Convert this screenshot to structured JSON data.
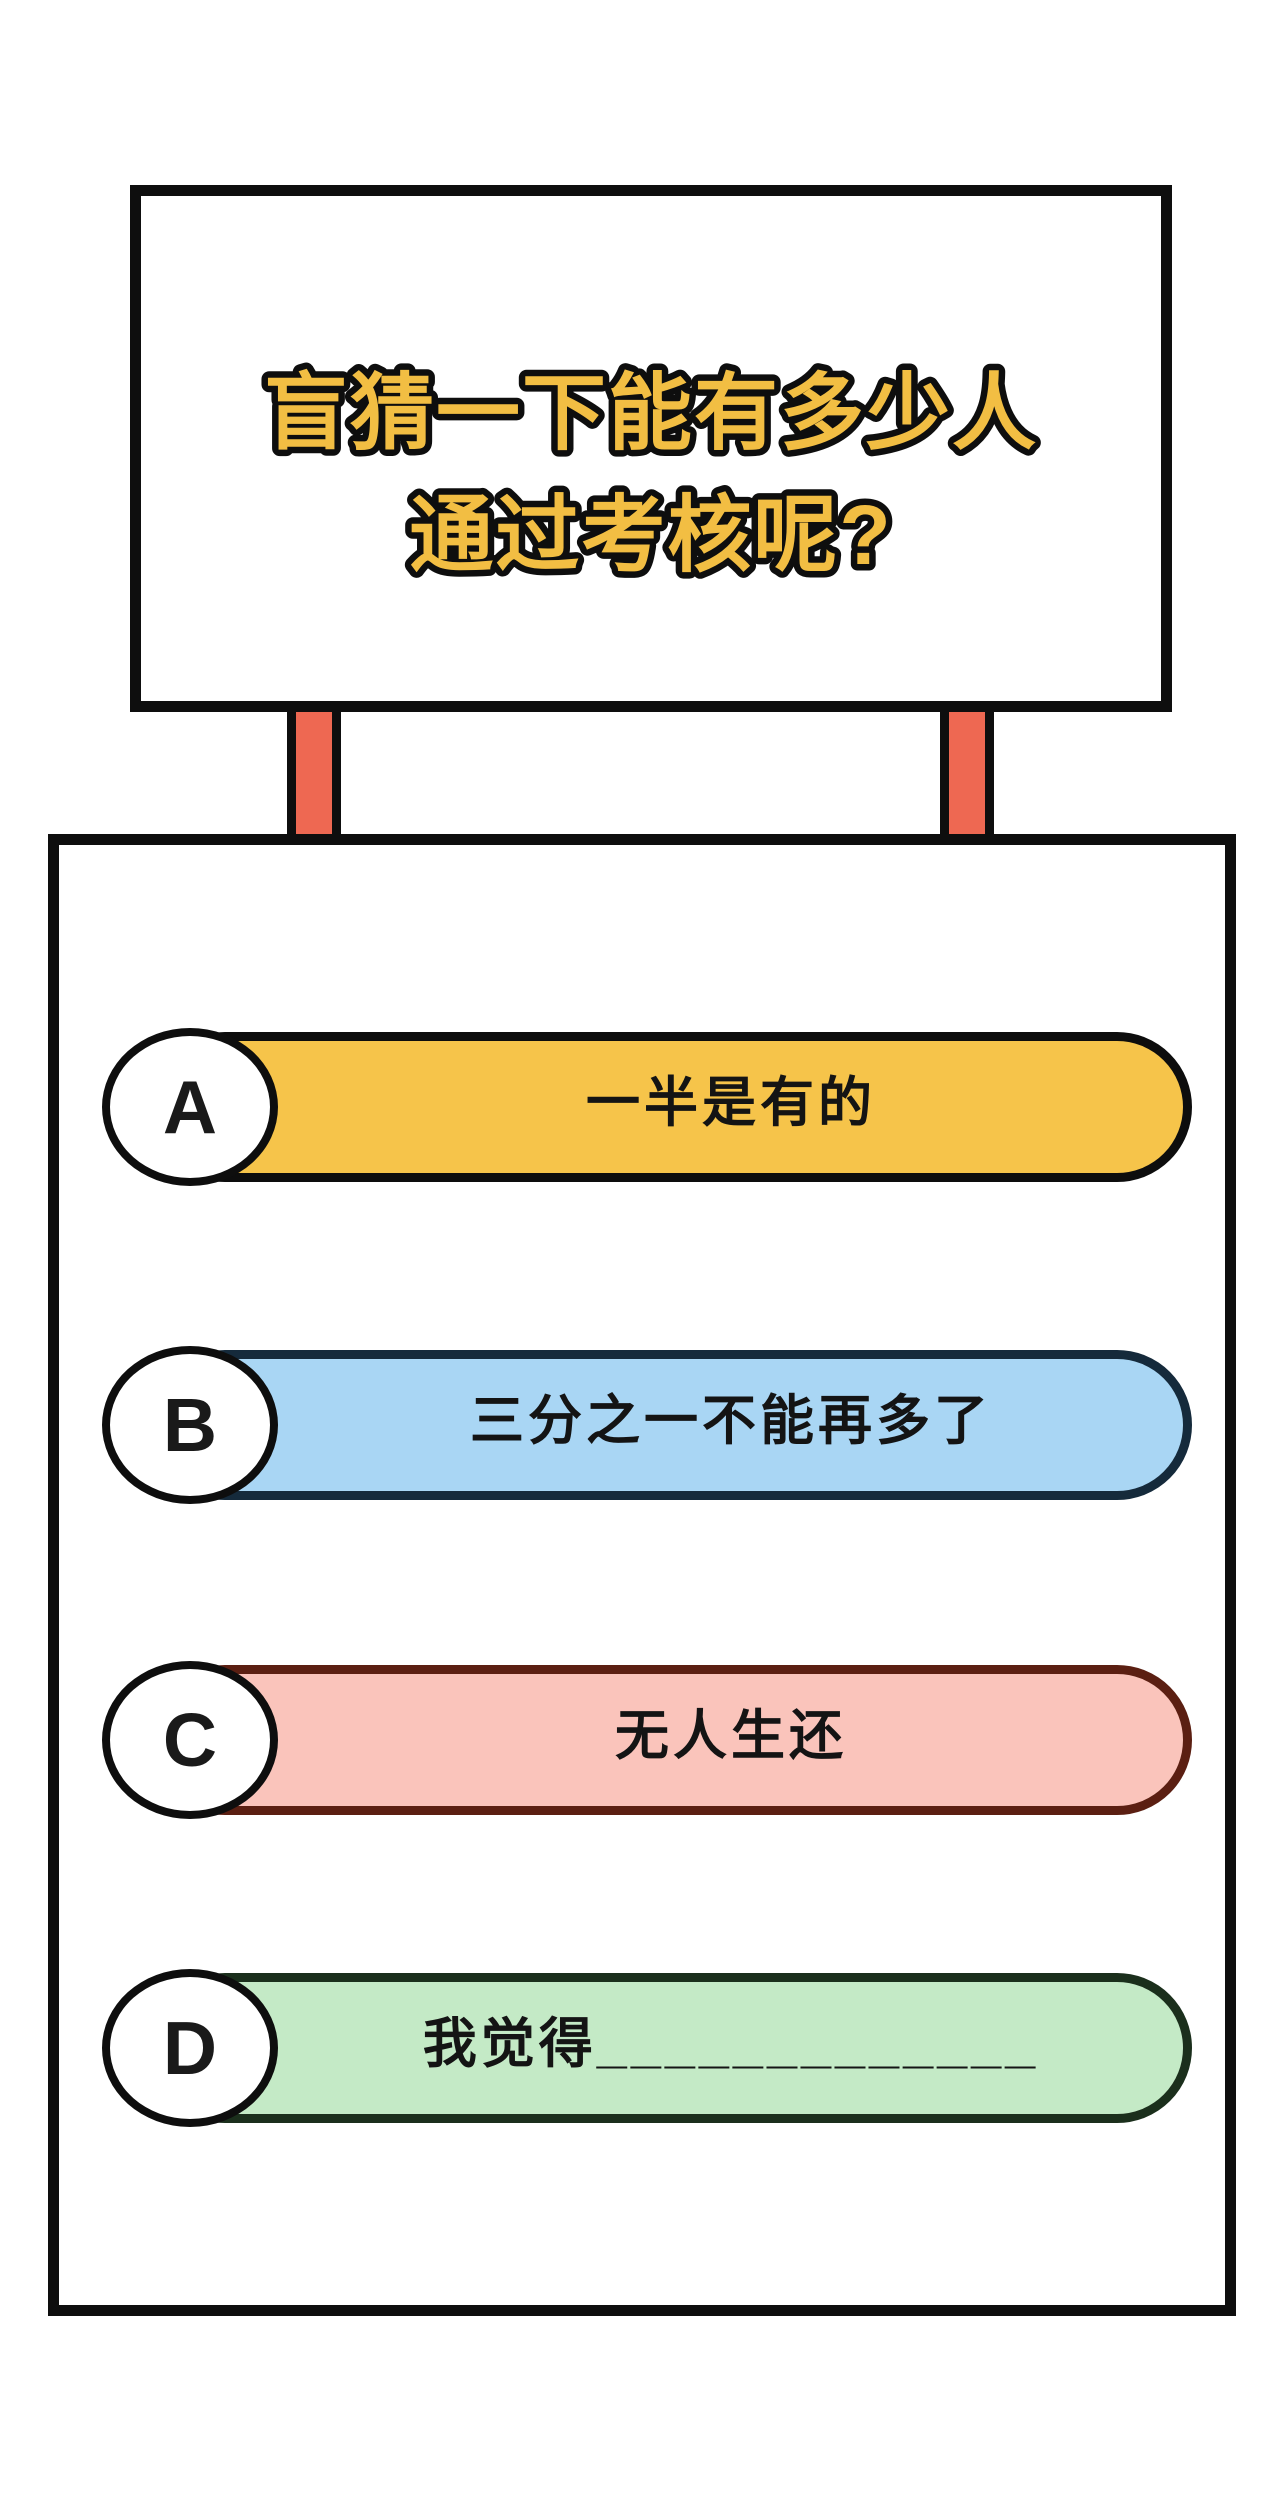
{
  "page": {
    "background": "#ffffff"
  },
  "sign": {
    "title_line1": "盲猜一下能有多少人",
    "title_line2": "通过考核呢?",
    "title_color": "#f2be43",
    "title_outline": "#0e0e0e"
  },
  "posts": {
    "color": "#ee6852"
  },
  "options": [
    {
      "letter": "A",
      "label": "一半是有的",
      "fill": "#f6c44a",
      "border": "#0d0d0d"
    },
    {
      "letter": "B",
      "label": "三分之一不能再多了",
      "fill": "#a9d6f4",
      "border": "#152a3b"
    },
    {
      "letter": "C",
      "label": "无人生还",
      "fill": "#fac4bb",
      "border": "#5b1f12"
    },
    {
      "letter": "D",
      "label": "我觉得_____________",
      "fill": "#c4eac6",
      "border": "#1b2f1c"
    }
  ]
}
